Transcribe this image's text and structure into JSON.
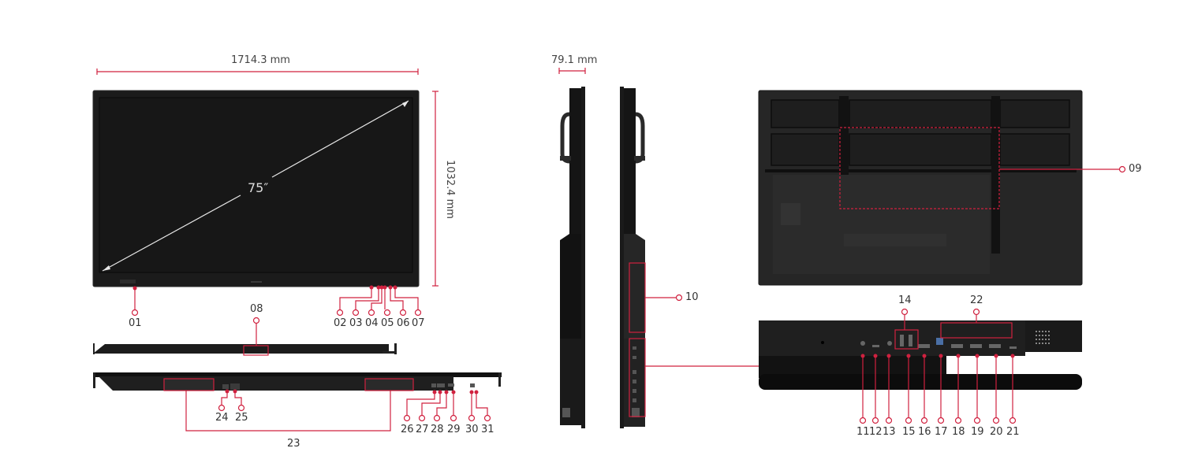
{
  "colors": {
    "accent": "#d0213f",
    "device": "#1e1e1e",
    "device_dark": "#111111",
    "panel": "#2a2a2a",
    "text": "#333333"
  },
  "front_view": {
    "width_label": "1714.3 mm",
    "height_label": "1032.4 mm",
    "diagonal_label": "75″"
  },
  "side_view": {
    "depth_label": "79.1 mm"
  },
  "callouts": {
    "c01": "01",
    "c02": "02",
    "c03": "03",
    "c04": "04",
    "c05": "05",
    "c06": "06",
    "c07": "07",
    "c08": "08",
    "c09": "09",
    "c10": "10",
    "c11": "11",
    "c12": "12",
    "c13": "13",
    "c14": "14",
    "c15": "15",
    "c16": "16",
    "c17": "17",
    "c18": "18",
    "c19": "19",
    "c20": "20",
    "c21": "21",
    "c22": "22",
    "c23": "23",
    "c24": "24",
    "c25": "25",
    "c26": "26",
    "c27": "27",
    "c28": "28",
    "c29": "29",
    "c30": "30",
    "c31": "31"
  }
}
